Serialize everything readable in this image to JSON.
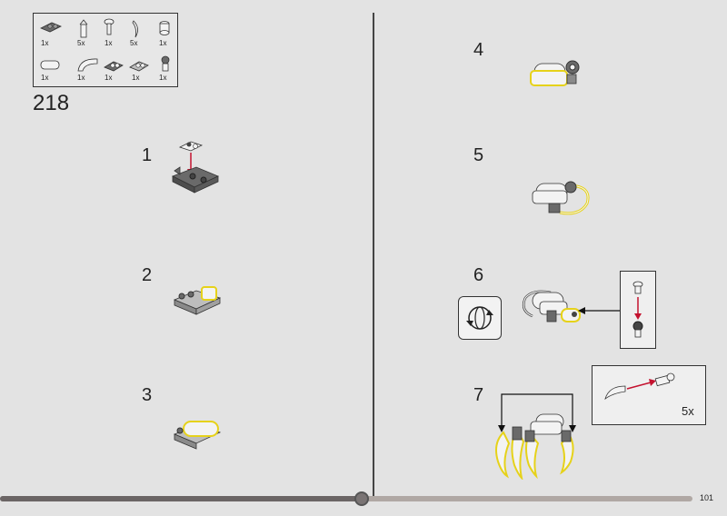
{
  "parts_list": {
    "quantities": [
      "1x",
      "5x",
      "1x",
      "5x",
      "1x",
      "1x",
      "1x",
      "1x",
      "1x",
      "1x"
    ]
  },
  "sequence_number": "218",
  "steps": [
    {
      "number": "1"
    },
    {
      "number": "2"
    },
    {
      "number": "3"
    },
    {
      "number": "4"
    },
    {
      "number": "5"
    },
    {
      "number": "6"
    },
    {
      "number": "7"
    }
  ],
  "callout_step7": {
    "quantity": "5x"
  },
  "page_number": "101",
  "progress": {
    "fraction": 0.52
  },
  "colors": {
    "accent_yellow": "#e6d21a",
    "arrow_red": "#c4122f",
    "dark_gray": "#6a6a6a",
    "light_gray": "#f3f3f3"
  }
}
